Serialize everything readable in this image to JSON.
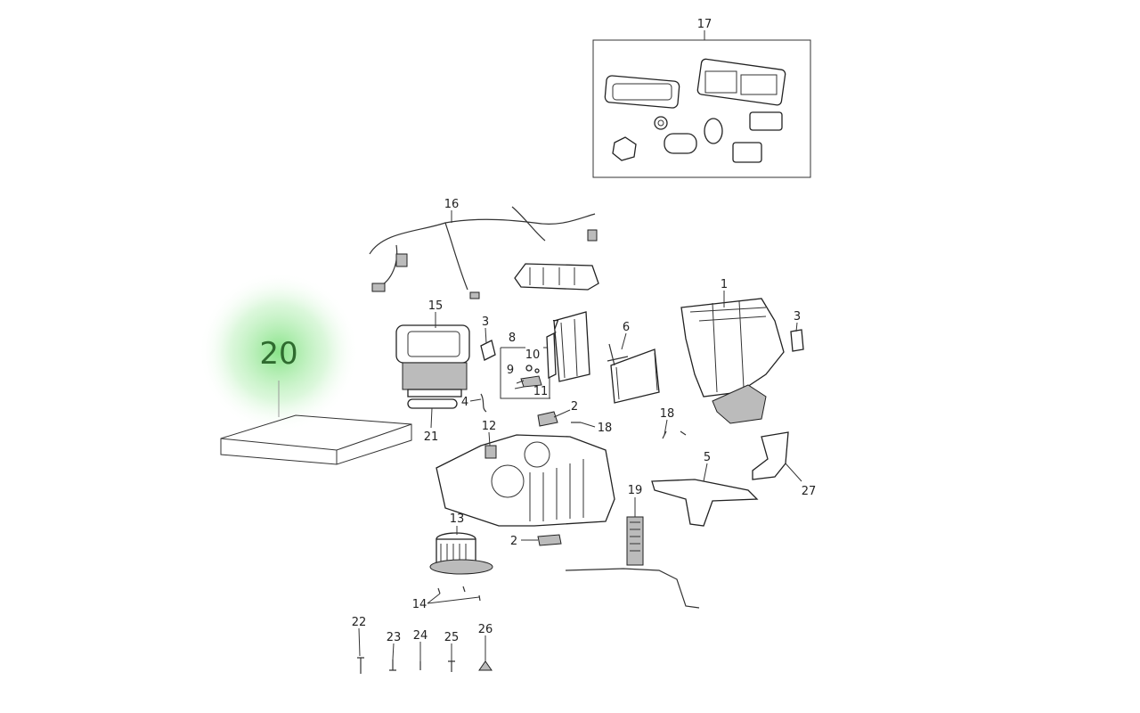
{
  "diagram": {
    "highlight_color": "#7be07b",
    "selected_callout": "20",
    "callouts": [
      "17",
      "16",
      "15",
      "3",
      "8",
      "7",
      "10",
      "9",
      "11",
      "6",
      "1",
      "3",
      "4",
      "2",
      "18",
      "18",
      "21",
      "12",
      "5",
      "27",
      "19",
      "13",
      "2",
      "14",
      "22",
      "23",
      "24",
      "25",
      "26",
      "20"
    ]
  }
}
